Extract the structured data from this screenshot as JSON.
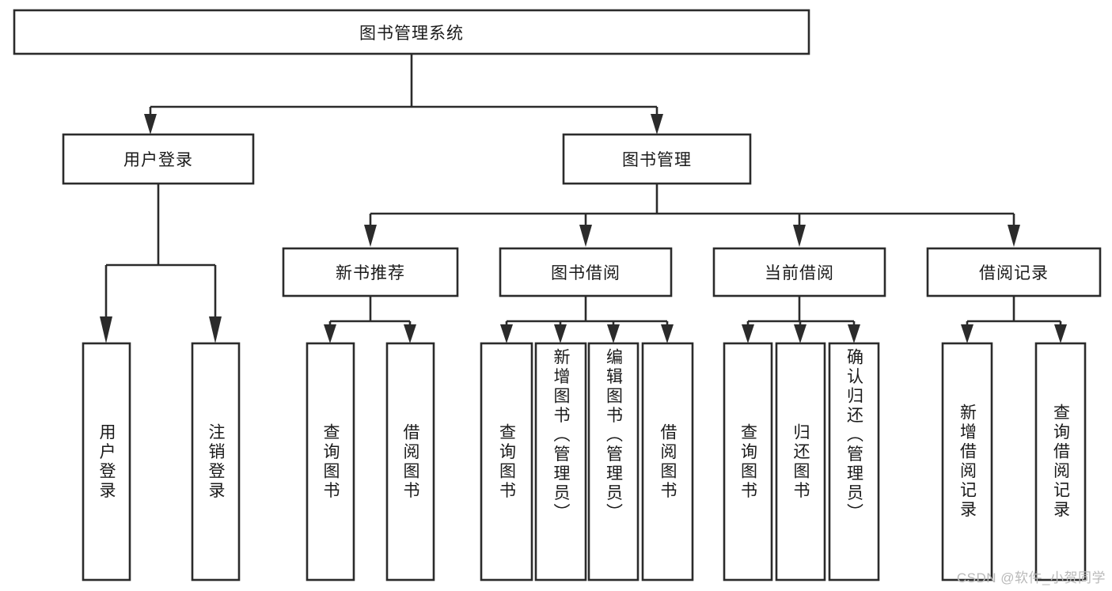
{
  "diagram": {
    "title": "图书管理系统",
    "type": "tree-hierarchy",
    "watermark": "CSDN @软件_小贺同学",
    "colors": {
      "stroke": "#2b2b2b",
      "fill": "#ffffff",
      "text": "#1a1a1a",
      "watermark": "#b9b9b9"
    },
    "levels": {
      "root": {
        "label": "图书管理系统"
      },
      "level2": [
        {
          "label": "用户登录"
        },
        {
          "label": "图书管理"
        }
      ],
      "level3": [
        {
          "label": "新书推荐"
        },
        {
          "label": "图书借阅"
        },
        {
          "label": "当前借阅"
        },
        {
          "label": "借阅记录"
        }
      ]
    },
    "leaves": {
      "user_login": [
        {
          "label": "用户登录"
        },
        {
          "label": "注销登录"
        }
      ],
      "new_book_recommend": [
        {
          "label": "查询图书"
        },
        {
          "label": "借阅图书"
        }
      ],
      "book_borrow": [
        {
          "label": "查询图书"
        },
        {
          "label": "新增图书（管理员）"
        },
        {
          "label": "编辑图书（管理员）"
        },
        {
          "label": "借阅图书"
        }
      ],
      "current_borrow": [
        {
          "label": "查询图书"
        },
        {
          "label": "归还图书"
        },
        {
          "label": "确认归还（管理员）"
        }
      ],
      "borrow_record": [
        {
          "label": "新增借阅记录"
        },
        {
          "label": "查询借阅记录"
        }
      ]
    }
  }
}
